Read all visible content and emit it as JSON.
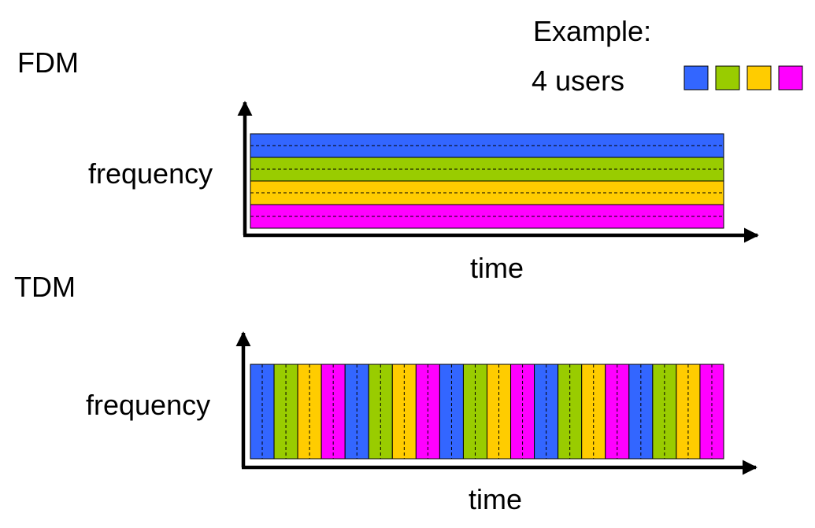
{
  "fdm": {
    "title": "FDM",
    "y_axis_label": "frequency",
    "x_axis_label": "time"
  },
  "tdm": {
    "title": "TDM",
    "y_axis_label": "frequency",
    "x_axis_label": "time",
    "slot_count": 20
  },
  "legend": {
    "title": "Example:",
    "users_label": "4 users"
  },
  "users": [
    {
      "color": "#3366ff"
    },
    {
      "color": "#99cc00"
    },
    {
      "color": "#ffcc00"
    },
    {
      "color": "#ff00ff"
    }
  ]
}
